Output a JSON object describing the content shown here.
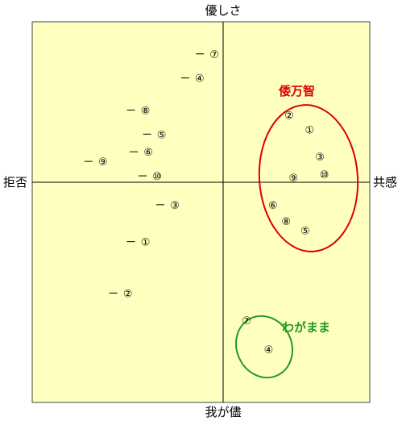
{
  "chart_data": {
    "type": "scatter",
    "axes": {
      "top": "優しさ",
      "bottom": "我が儘",
      "left": "拒否",
      "right": "共感"
    },
    "xlim": [
      -1,
      1
    ],
    "ylim": [
      -1,
      1
    ],
    "grid": false,
    "colors": {
      "plot_background": "#ffffc0",
      "negative_points": "#000000",
      "group_1": "#dd0000",
      "group_2": "#229922"
    },
    "series": [
      {
        "name": "",
        "negative": true,
        "points": [
          {
            "label": "⑦",
            "x": -0.06,
            "y": 0.8
          },
          {
            "label": "④",
            "x": -0.16,
            "y": 0.65
          },
          {
            "label": "⑧",
            "x": -0.53,
            "y": 0.45
          },
          {
            "label": "⑤",
            "x": -0.42,
            "y": 0.3
          },
          {
            "label": "⑥",
            "x": -0.51,
            "y": 0.19
          },
          {
            "label": "⑨",
            "x": -0.82,
            "y": 0.13
          },
          {
            "label": "⑩",
            "x": -0.45,
            "y": 0.04
          },
          {
            "label": "③",
            "x": -0.33,
            "y": -0.14
          },
          {
            "label": "①",
            "x": -0.53,
            "y": -0.37
          },
          {
            "label": "②",
            "x": -0.65,
            "y": -0.69
          }
        ]
      },
      {
        "name": "倭万智",
        "negative": false,
        "points": [
          {
            "label": "②",
            "x": 0.45,
            "y": 0.42
          },
          {
            "label": "①",
            "x": 0.59,
            "y": 0.33
          },
          {
            "label": "③",
            "x": 0.66,
            "y": 0.16
          },
          {
            "label": "⑩",
            "x": 0.69,
            "y": 0.05
          },
          {
            "label": "⑨",
            "x": 0.48,
            "y": 0.03
          },
          {
            "label": "⑥",
            "x": 0.34,
            "y": -0.14
          },
          {
            "label": "⑧",
            "x": 0.43,
            "y": -0.24
          },
          {
            "label": "⑤",
            "x": 0.56,
            "y": -0.3
          }
        ]
      },
      {
        "name": "わがまま",
        "negative": false,
        "points": [
          {
            "label": "⑦",
            "x": 0.16,
            "y": -0.86
          },
          {
            "label": "④",
            "x": 0.31,
            "y": -1.04
          }
        ]
      }
    ]
  }
}
